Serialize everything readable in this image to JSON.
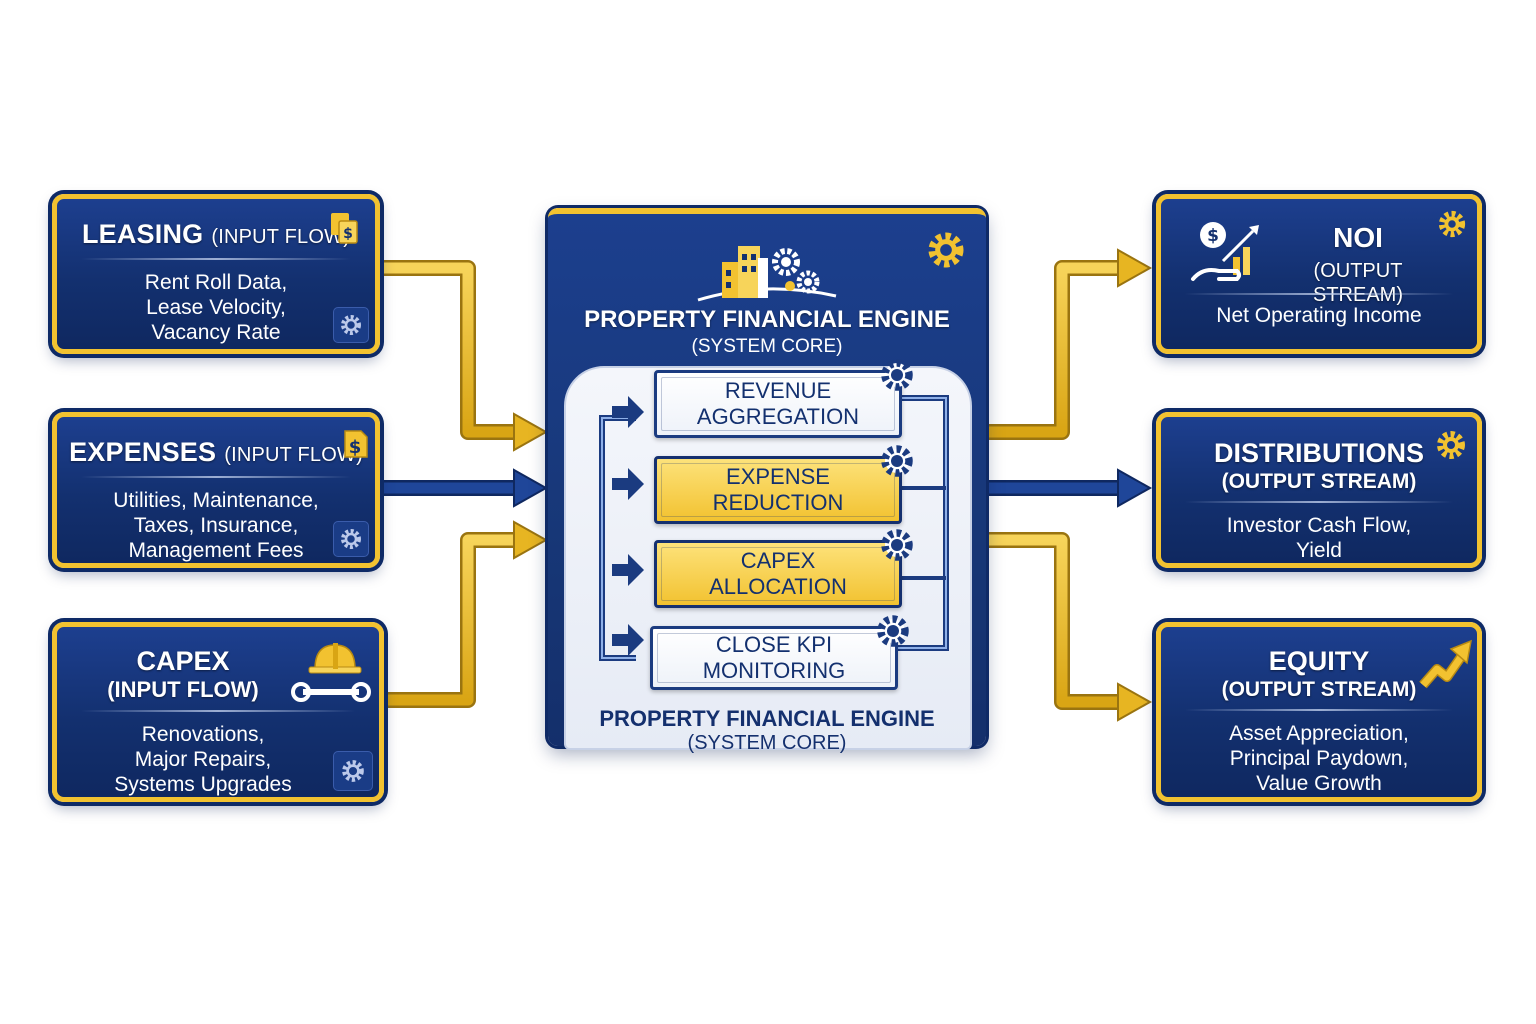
{
  "inputs": [
    {
      "title": "LEASING",
      "subtitle": "(INPUT FLOW)",
      "lines": [
        "Rent Roll Data,",
        "Lease Velocity,",
        "Vacancy Rate"
      ],
      "icon": "document-dollar-icon"
    },
    {
      "title": "EXPENSES",
      "subtitle": "(INPUT FLOW)",
      "lines": [
        "Utilities, Maintenance,",
        "Taxes, Insurance,",
        "Management Fees"
      ],
      "icon": "dollar-tag-icon"
    },
    {
      "title": "CAPEX",
      "subtitle": "(INPUT FLOW)",
      "lines": [
        "Renovations,",
        "Major Repairs,",
        "Systems Upgrades"
      ],
      "icon": "hardhat-wrench-icon"
    }
  ],
  "core": {
    "title": "PROPERTY FINANCIAL ENGINE",
    "subtitle": "(SYSTEM CORE)",
    "stages": [
      {
        "line1": "REVENUE",
        "line2": "AGGREGATION"
      },
      {
        "line1": "EXPENSE",
        "line2": "REDUCTION"
      },
      {
        "line1": "CAPEX",
        "line2": "ALLOCATION"
      },
      {
        "line1": "CLOSE KPI",
        "line2": "MONITORING"
      }
    ],
    "footer_title": "PROPERTY FINANCIAL ENGINE",
    "footer_subtitle": "(SYSTEM CORE)"
  },
  "outputs": [
    {
      "title": "NOI",
      "subtitle": "(OUTPUT STREAM)",
      "lines": [
        "Net Operating Income"
      ],
      "icon": "hand-money-growth-icon"
    },
    {
      "title": "DISTRIBUTIONS",
      "subtitle": "(OUTPUT STREAM)",
      "lines": [
        "Investor Cash Flow,",
        "Yield"
      ],
      "icon": "gear-icon"
    },
    {
      "title": "EQUITY",
      "subtitle": "(OUTPUT STREAM)",
      "lines": [
        "Asset Appreciation,",
        "Principal Paydown,",
        "Value Growth"
      ],
      "icon": "up-arrow-icon"
    }
  ],
  "colors": {
    "navy": "#13306f",
    "gold": "#f2c230",
    "connector_blue": "#1c3f8e"
  }
}
